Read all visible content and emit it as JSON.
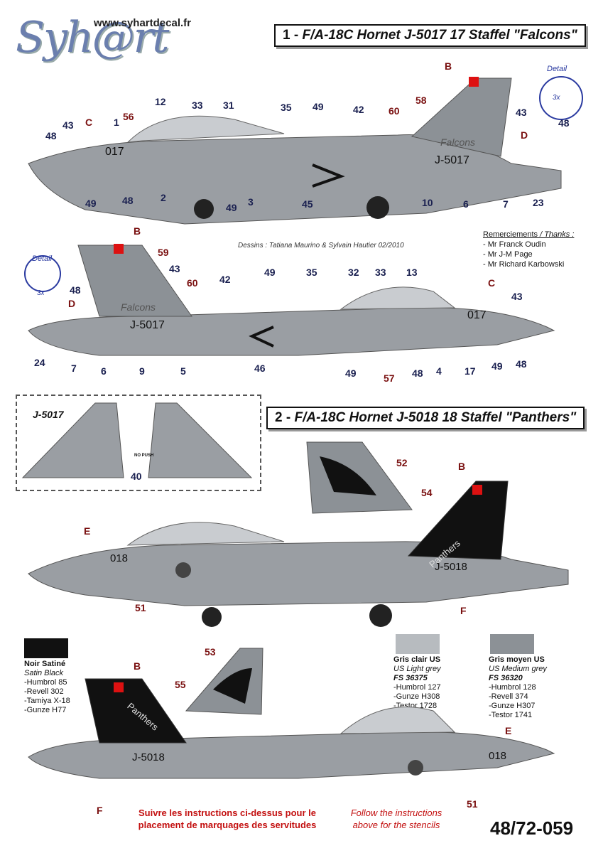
{
  "brand": {
    "url": "www.syhartdecal.fr",
    "logo_text": "Syh@rt"
  },
  "profile1": {
    "title_num": "1 -",
    "title_rest": "F/A-18C Hornet J-5017 17 Staffel \"Falcons\"",
    "serial": "J-5017",
    "nose_number": "017",
    "tail_text": "Falcons",
    "detail_label": "Detail",
    "detail_zoom": "3x",
    "callouts_top": [
      "B",
      "C",
      "D",
      "12",
      "33",
      "31",
      "35",
      "49",
      "42",
      "60",
      "58",
      "43",
      "48",
      "1",
      "56",
      "2",
      "3",
      "49",
      "45",
      "10",
      "6",
      "7",
      "23"
    ],
    "callouts_bottom": [
      "B",
      "59",
      "43",
      "48",
      "60",
      "42",
      "49",
      "35",
      "32",
      "33",
      "13",
      "C",
      "43",
      "D",
      "24",
      "7",
      "6",
      "9",
      "5",
      "46",
      "49",
      "57",
      "48",
      "4",
      "17",
      "49",
      "48"
    ]
  },
  "credits": "Dessins : Tatiana Maurino & Sylvain Hautier 02/2010",
  "thanks": {
    "heading": "Remerciements",
    "heading_en": "/ Thanks :",
    "names": [
      "- Mr Franck Oudin",
      "- Mr J-M Page",
      "- Mr Richard Karbowski"
    ]
  },
  "fin_detail": {
    "label": "J-5017",
    "callout": "40",
    "stencil": "NO PUSH"
  },
  "profile2": {
    "title_num": "2 -",
    "title_rest": "F/A-18C Hornet J-5018 18 Staffel \"Panthers\"",
    "serial": "J-5018",
    "nose_number": "018",
    "tail_text": "Panthers",
    "callouts_a": [
      "52",
      "B",
      "54",
      "E",
      "51",
      "F"
    ],
    "callouts_b": [
      "53",
      "B",
      "55",
      "E",
      "51",
      "F"
    ]
  },
  "paints": [
    {
      "name": "Noir Satiné",
      "name_en": "Satin Black",
      "fs": "",
      "refs": [
        "-Humbrol 85",
        "-Revell 302",
        "-Tamiya X-18",
        "-Gunze H77"
      ],
      "color": "#111111"
    },
    {
      "name": "Gris clair US",
      "name_en": "US Light grey",
      "fs": "FS 36375",
      "refs": [
        "-Humbrol 127",
        "-Gunze H308",
        "-Testor 1728"
      ],
      "color": "#b7bbbf"
    },
    {
      "name": "Gris moyen US",
      "name_en": "US Medium grey",
      "fs": "FS 36320",
      "refs": [
        "-Humbrol 128",
        "-Revell 374",
        "-Gunze H307",
        "-Testor 1741"
      ],
      "color": "#8c9196"
    }
  ],
  "footer": {
    "fr": "Suivre les instructions ci-dessus pour le placement de marquages des servitudes",
    "en": "Follow the instructions above for the stencils",
    "catalog": "48/72-059"
  },
  "colors": {
    "airframe": "#9a9ea3",
    "airframe_dark": "#7d8187",
    "canopy": "#c9ccd0",
    "callout_blue": "#1a2050",
    "callout_red": "#7a1010",
    "footer_red": "#c31010"
  }
}
